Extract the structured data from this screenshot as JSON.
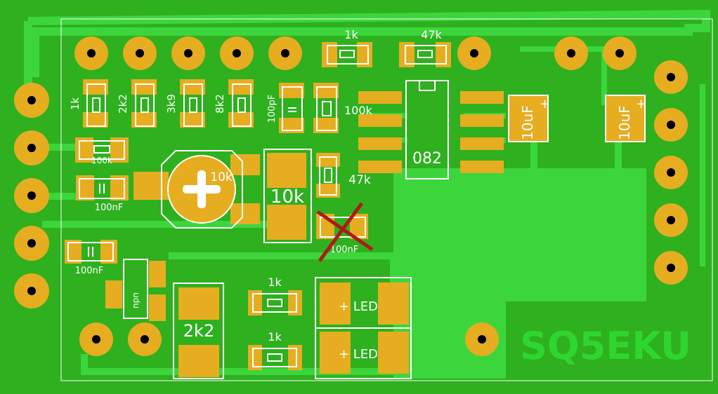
{
  "board": {
    "brand": "SQ5EKU",
    "colors": {
      "background": "#2eb01f",
      "copper": "#3cd63c",
      "pad": "#e6ad21",
      "silk": "#ffffff",
      "mark": "#b01818"
    }
  },
  "labels": {
    "r_top_1k": "1k",
    "r_top_47k": "47k",
    "r_1k": "1k",
    "r_2k2": "2k2",
    "r_3k9": "3k9",
    "r_8k2": "8k2",
    "c_100pf": "100pF",
    "r_100k_right": "100k",
    "ic": "082",
    "cap_10uf_1": "10uF",
    "cap_10uf_2": "10uF",
    "r_100k_left": "100k",
    "c_100nf_1": "100nF",
    "pot_value": "10k",
    "r_10k": "10k",
    "r_47k": "47k",
    "c_100nf_x": "100nF",
    "c_100nf_2": "100nF",
    "transistor": "npn",
    "r_2k2_big": "2k2",
    "r_led1": "1k",
    "r_led2": "1k",
    "led1": "+ LED",
    "led2": "+ LED"
  }
}
